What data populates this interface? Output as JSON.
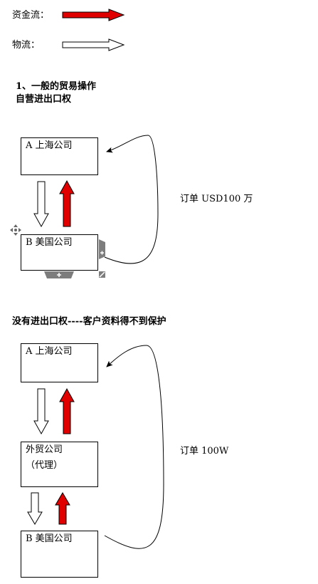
{
  "legend": {
    "money_label": "资金流：",
    "goods_label": "物流：",
    "money_color": "#e00000"
  },
  "section1": {
    "heading_line1": "1、一般的贸易操作",
    "heading_line2": "自营进出口权",
    "box_a": "A 上海公司",
    "box_b": "B 美国公司",
    "order_note": "订单 USD100 万"
  },
  "section2": {
    "heading": "没有进出口权----客户资料得不到保护",
    "box_a": "A 上海公司",
    "box_agent_line1": "外贸公司",
    "box_agent_line2": "（代理）",
    "box_b": "B 美国公司",
    "order_note": "订单 100W"
  },
  "icons": {
    "move_handle": "move-handle-icon",
    "add_handle": "add-handle-icon",
    "resize_handle": "resize-handle-icon"
  }
}
